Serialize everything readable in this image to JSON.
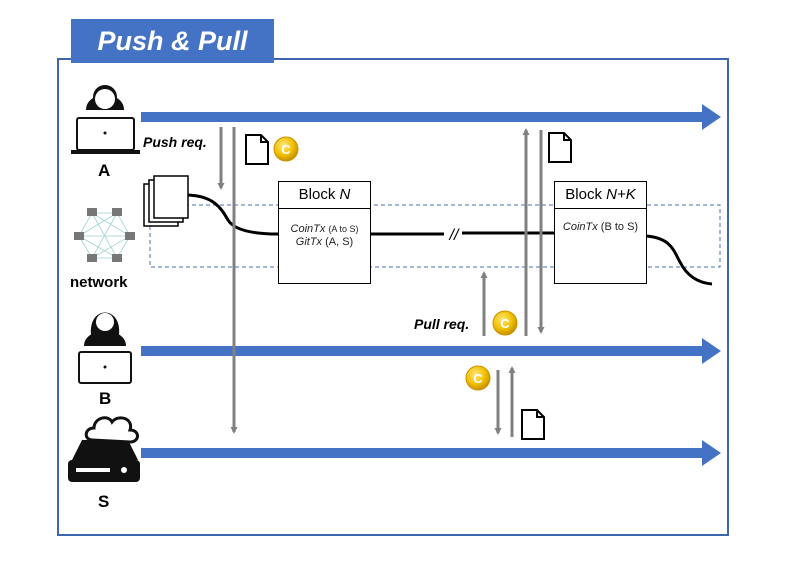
{
  "title": "Push & Pull",
  "actors": {
    "a": "A",
    "network": "network",
    "b": "B",
    "s": "S"
  },
  "requests": {
    "push": "Push req.",
    "pull": "Pull req."
  },
  "block_n": {
    "word": "Block",
    "index": "N",
    "tx1_name": "CoinTx",
    "tx1_args": "(A to S)",
    "tx2_name": "GitTx",
    "tx2_args": "(A, S)"
  },
  "block_nk": {
    "word": "Block",
    "index": "N+K",
    "tx1_name": "CoinTx",
    "tx1_args": "(B to S)"
  },
  "break_mark": "//",
  "coin_symbol": "C",
  "colors": {
    "timeline": "#4472c4",
    "frame": "#3c66ad",
    "message_arrow": "#808080",
    "coin": "#f2c200",
    "chain": "#000000"
  }
}
